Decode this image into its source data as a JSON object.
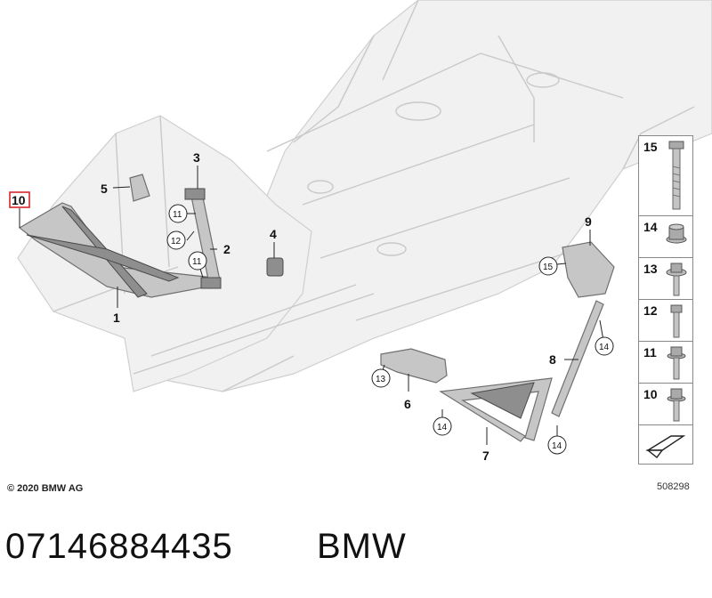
{
  "diagram": {
    "callouts": {
      "c1": "1",
      "c2": "2",
      "c3": "3",
      "c4": "4",
      "c5": "5",
      "c6": "6",
      "c7": "7",
      "c8": "8",
      "c9": "9",
      "c10": "10",
      "circled_11a": "11",
      "circled_11b": "11",
      "circled_12": "12",
      "circled_13": "13",
      "circled_14a": "14",
      "circled_14b": "14",
      "circled_14c": "14",
      "circled_15": "15"
    },
    "highlight_color": "#d9262c"
  },
  "legend": {
    "items": [
      "15",
      "14",
      "13",
      "12",
      "11",
      "10"
    ],
    "arrow_icon": "arrow-icon"
  },
  "footer": {
    "copyright": "© 2020 BMW AG",
    "ref_code": "508298",
    "part_number": "07146884435",
    "brand": "BMW"
  }
}
